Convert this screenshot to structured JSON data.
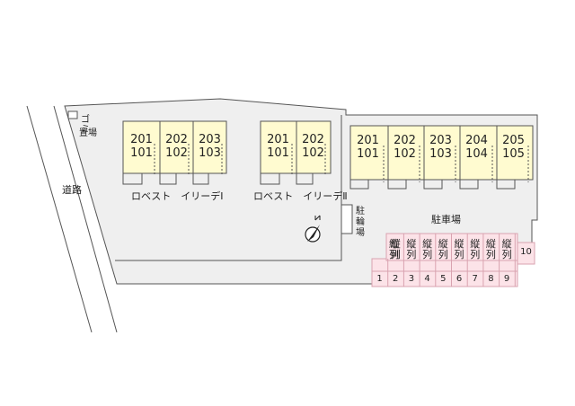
{
  "labels": {
    "garbage": [
      "ゴ",
      "ミ",
      "置",
      "場"
    ],
    "road": "道路",
    "bicycle": [
      "駐",
      "輪",
      "場"
    ],
    "parking": "駐車場",
    "bldg1_name": "ロベスト　イリーデⅠ",
    "bldg2_name": "ロベスト　イリーデⅡ",
    "bldg3_name": ""
  },
  "buildings": [
    {
      "id": "b1",
      "units": [
        [
          "201",
          "101"
        ],
        [
          "202",
          "102"
        ],
        [
          "203",
          "103"
        ]
      ]
    },
    {
      "id": "b2",
      "units": [
        [
          "201",
          "101"
        ],
        [
          "202",
          "102"
        ]
      ]
    },
    {
      "id": "b3",
      "units": [
        [
          "201",
          "101"
        ],
        [
          "202",
          "102"
        ],
        [
          "203",
          "103"
        ],
        [
          "204",
          "104"
        ],
        [
          "205",
          "105"
        ]
      ]
    }
  ],
  "parking_spaces": [
    {
      "num": "1",
      "text": [
        "縦",
        "列"
      ]
    },
    {
      "num": "2",
      "text": [
        "縦",
        "列"
      ]
    },
    {
      "num": "3",
      "text": [
        "縦",
        "列"
      ]
    },
    {
      "num": "4",
      "text": [
        "縦",
        "列"
      ]
    },
    {
      "num": "5",
      "text": [
        "縦",
        "列"
      ]
    },
    {
      "num": "6",
      "text": [
        "縦",
        "列"
      ]
    },
    {
      "num": "7",
      "text": [
        "縦",
        "列"
      ]
    },
    {
      "num": "8",
      "text": [
        "縦",
        "列"
      ]
    },
    {
      "num": "9",
      "text": [
        "縦",
        "列"
      ]
    },
    {
      "num": "10",
      "text": []
    }
  ],
  "colors": {
    "lot": "#efefef",
    "outline": "#555555",
    "unit_fill": "#fffbd0",
    "parking_fill": "#fce3e8",
    "parking_line": "#d9a3b0"
  },
  "compass": "north-arrow-icon"
}
